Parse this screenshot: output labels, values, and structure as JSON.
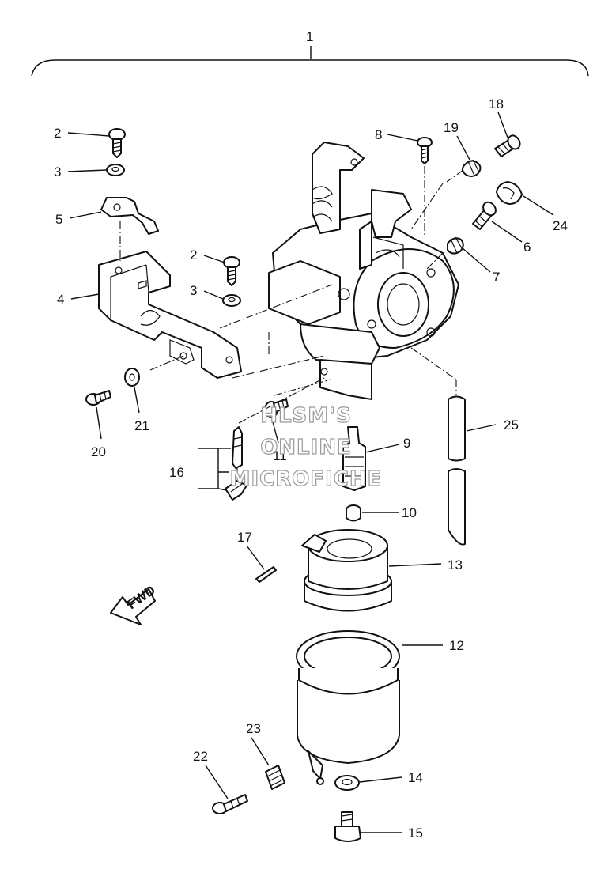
{
  "callouts": {
    "c1": "1",
    "c2a": "2",
    "c2b": "2",
    "c3a": "3",
    "c3b": "3",
    "c4": "4",
    "c5": "5",
    "c6": "6",
    "c7": "7",
    "c8": "8",
    "c9": "9",
    "c10": "10",
    "c11": "11",
    "c12": "12",
    "c13": "13",
    "c14": "14",
    "c15": "15",
    "c16": "16",
    "c17": "17",
    "c18": "18",
    "c19": "19",
    "c20": "20",
    "c21": "21",
    "c22": "22",
    "c23": "23",
    "c24": "24",
    "c25": "25"
  },
  "direction_badge": "FWD",
  "watermark": [
    "HLSM'S",
    "ONLINE",
    "MICROFICHE"
  ]
}
